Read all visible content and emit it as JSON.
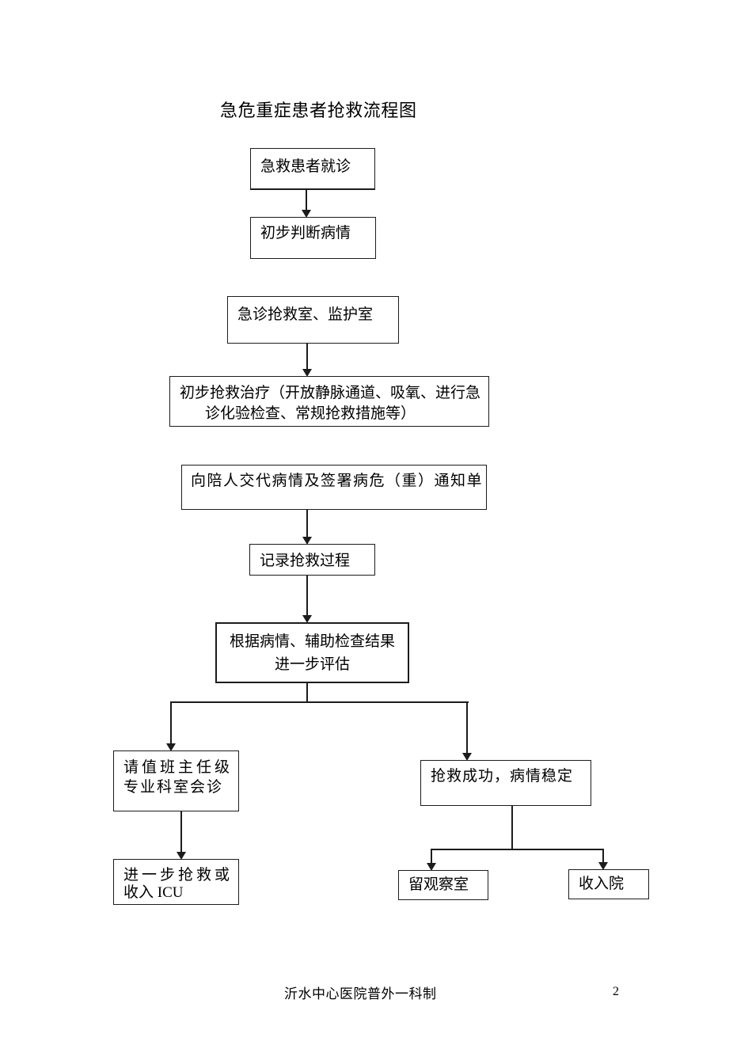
{
  "document": {
    "title": "急危重症患者抢救流程图",
    "footer": {
      "text": "沂水中心医院普外一科制",
      "page_number": "2"
    }
  },
  "flowchart": {
    "nodes": {
      "emergency_visit": {
        "label": "急救患者就诊"
      },
      "initial_judgment": {
        "label": "初步判断病情"
      },
      "rescue_room": {
        "label": "急诊抢救室、监护室"
      },
      "initial_treatment": {
        "line1": "初步抢救治疗（开放静脉通道、吸氧、进行急",
        "line2": "诊化验检查、常规抢救措施等）"
      },
      "inform_family": {
        "label": "向陪人交代病情及签署病危（重）通知单"
      },
      "record_rescue": {
        "label": "记录抢救过程"
      },
      "further_evaluation": {
        "line1": "根据病情、辅助检查结果",
        "line2": "进一步评估"
      },
      "consult_chief": {
        "line1": "请值班主任级",
        "line2": "专业科室会诊"
      },
      "further_rescue_icu": {
        "line1": "进一步抢救或",
        "line2": "收入 ICU"
      },
      "rescue_success": {
        "label": "抢救成功，病情稳定"
      },
      "observation_room": {
        "label": "留观察室"
      },
      "hospital_admission": {
        "label": "收入院"
      }
    }
  }
}
